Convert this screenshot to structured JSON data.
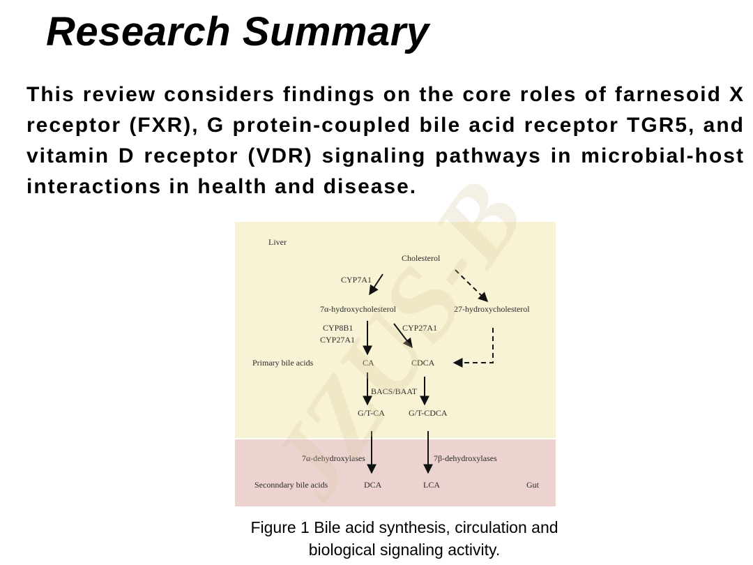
{
  "slide": {
    "title": "Research Summary",
    "summary": "This review considers findings on the core roles of farnesoid X receptor (FXR), G protein-coupled bile acid receptor TGR5, and vitamin D receptor (VDR) signaling pathways in microbial-host interactions in health and disease.",
    "caption_line1": "Figure 1 Bile acid synthesis, circulation and",
    "caption_line2": "biological signaling activity.",
    "watermark": "JZUS-B"
  },
  "diagram": {
    "colors": {
      "liver_bg": "#f8f3d4",
      "gut_bg": "#ecd3d0",
      "arrow": "#111111",
      "text": "#2a2a2a"
    },
    "regions": {
      "liver": "Liver",
      "gut": "Gut"
    },
    "labels": {
      "cholesterol": "Cholesterol",
      "cyp7a1": "CYP7A1",
      "hydroxy7a": "7α-hydroxycholesterol",
      "hydroxy27": "27-hydroxycholesterol",
      "cyp8b1": "CYP8B1",
      "cyp27a1_left": "CYP27A1",
      "cyp27a1_right": "CYP27A1",
      "primary": "Primary bile acids",
      "ca": "CA",
      "cdca": "CDCA",
      "bacs": "BACS/BAAT",
      "gtca": "G/T-CA",
      "gtcdca": "G/T-CDCA",
      "dehydro7a": "7α-dehydroxylases",
      "dehydro7b": "7β-dehydroxylases",
      "secondary": "Seconndary bile acids",
      "dca": "DCA",
      "lca": "LCA"
    }
  }
}
